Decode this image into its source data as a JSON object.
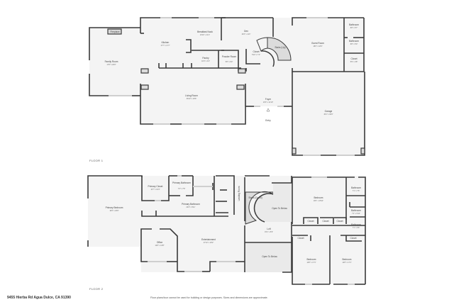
{
  "floor1": {
    "label": "FLOOR 1",
    "rooms": {
      "family_room": {
        "name": "Family Room",
        "dim": "17'8\" x 20'0\""
      },
      "fireplace": {
        "name": "Fireplace"
      },
      "kitchen": {
        "name": "Kitchen",
        "dim": "17'7\" x 17'7\""
      },
      "breakfast_nook": {
        "name": "Breakfast Nook",
        "dim": "10'10\" x 11'1\""
      },
      "den": {
        "name": "Den",
        "dim": "16'3\" x 11'1\""
      },
      "pantry": {
        "name": "Pantry",
        "dim": "10'3\" x 4'2\""
      },
      "powder_room": {
        "name": "Powder Room",
        "dim": "5'8\" x 6'0\""
      },
      "closet": {
        "name": "Closet",
        "dim": "5'10\" x 7'4\""
      },
      "stairs_up": {
        "name": "Stairs (Up)"
      },
      "guest_room": {
        "name": "Guest Room",
        "dim": "18'0\" x 18'4\""
      },
      "bathroom_1": {
        "name": "Bathroom",
        "dim": "8'8\" x 5'7\""
      },
      "bathroom_2": {
        "name": "Bathroom",
        "dim": "8'8\" x 5'0\""
      },
      "closet_2": {
        "name": "Closet",
        "dim": "5'9\" x 4'8\""
      },
      "living_room": {
        "name": "Living Room",
        "dim": "36'10\" x 18'6\""
      },
      "foyer": {
        "name": "Foyer",
        "dim": "16'3\" x 11'10\""
      },
      "entry": {
        "name": "Entry"
      },
      "garage": {
        "name": "Garage",
        "dim": "30'1\" x 30'0\""
      }
    }
  },
  "floor2": {
    "label": "FLOOR 2",
    "rooms": {
      "primary_bedroom": {
        "name": "Primary Bedroom",
        "dim": "18'3\" x 26'0\""
      },
      "primary_closet": {
        "name": "Primary Closet",
        "dim": "10'7\" x 10'4\""
      },
      "primary_bathroom_small": {
        "name": "Primary Bathroom",
        "dim": "7'3\" x 7'8\""
      },
      "primary_bathroom": {
        "name": "Primary Bathroom",
        "dim": "20'3\" x 5'11\""
      },
      "landing_room": {
        "name": "Landing Room",
        "dim": "14'4\" x 5'4\""
      },
      "stairs_down": {
        "name": "Stairs (Down)"
      },
      "open_to_below_1": {
        "name": "Open To Below"
      },
      "bedroom_1": {
        "name": "Bedroom",
        "dim": "18'1\" x 15'11\""
      },
      "bathroom_1": {
        "name": "Bathroom",
        "dim": "7'1\" x 7'6\""
      },
      "bathroom_2": {
        "name": "Bathroom",
        "dim": "7'1\" x 5'10\""
      },
      "bathroom_3": {
        "name": "Bathroom",
        "dim": "7'1\" x 6'6\""
      },
      "closet_a": {
        "name": "Closet"
      },
      "closet_b": {
        "name": "Closet"
      },
      "closet_c": {
        "name": "Closet"
      },
      "loft": {
        "name": "Loft",
        "dim": "15'1\" x 8'9\""
      },
      "office": {
        "name": "Office",
        "dim": "12'8\" x 13'8\""
      },
      "entertainment": {
        "name": "Entertainment",
        "dim": "27'10\" x 18'2\""
      },
      "open_to_below_2": {
        "name": "Open To Below"
      },
      "closet_d": {
        "name": "Closet"
      },
      "closet_e": {
        "name": "Closet"
      },
      "bedroom_2": {
        "name": "Bedroom",
        "dim": "14'8\" x 17'1\""
      },
      "bedroom_3": {
        "name": "Bedroom",
        "dim": "14'8\" x 17'1\""
      }
    }
  },
  "footer": {
    "address": "9455 Hierba Rd Agua Dulce, CA 91390",
    "disclaimer": "Floor plans/tour cannot be used for building or design purposes. Sizes and dimensions are approximate."
  },
  "colors": {
    "wall": "#3a3a3a",
    "floor": "#f4f4f4",
    "stairs": "#dcdcdc",
    "window": "#cfcfcf"
  }
}
